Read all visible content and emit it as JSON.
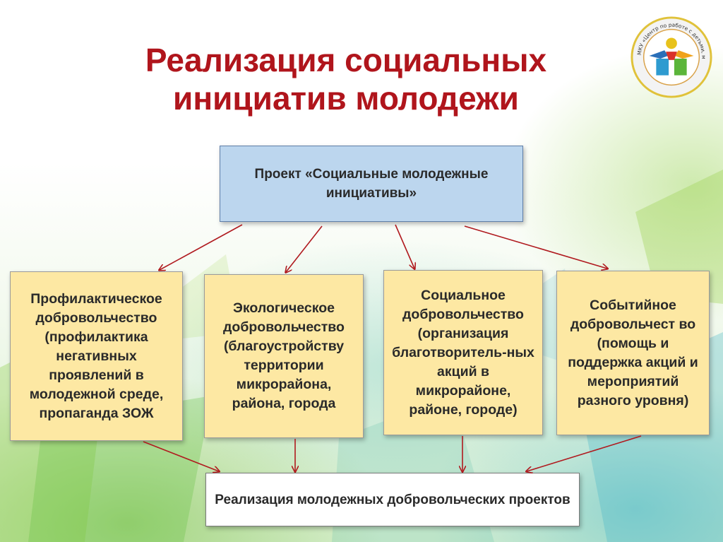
{
  "slide": {
    "title": "Реализация социальных инициатив молодежи",
    "logo_text": "МКУ «Центр по работе с детьми, молодежью и семьей Кашинского»",
    "top_box": "Проект «Социальные молодежные инициативы»",
    "boxes": [
      "Профилактическое добровольчество (профилактика негативных проявлений в молодежной среде, пропаганда ЗОЖ",
      "Экологическое добровольчество (благоустройству территории микрорайона, района, города",
      "Социальное добровольчество (организация благотворитель-ных акций в микрорайоне, районе, городе)",
      "Событийное добровольчест во (помощь и поддержка акций и мероприятий разного уровня)"
    ],
    "bottom_box": "Реализация молодежных добровольческих проектов"
  },
  "colors": {
    "title": "#b0151c",
    "top_box_fill": "#bcd6ee",
    "category_box_fill": "#fde8a3",
    "bottom_box_fill": "#ffffff",
    "arrow": "#b01a1f"
  }
}
